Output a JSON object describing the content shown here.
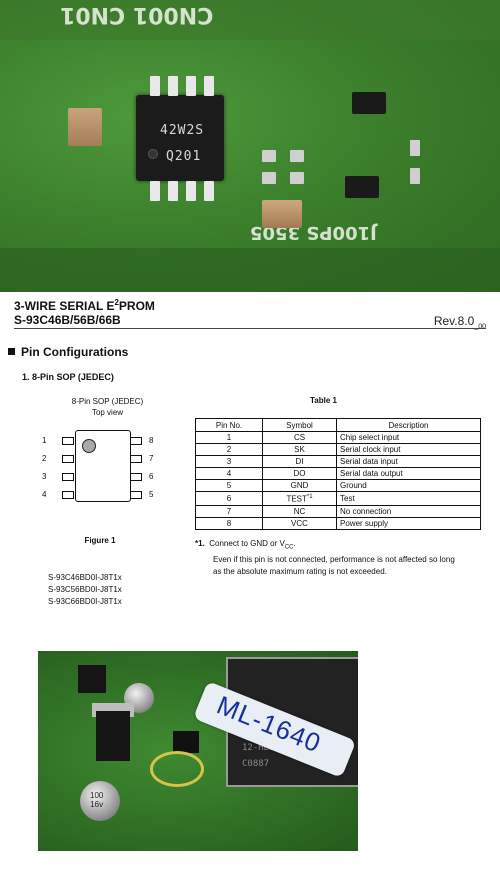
{
  "top_photo": {
    "chip_marking_line1": "42W2S",
    "chip_marking_line2": "Q201"
  },
  "header": {
    "title_pre": "3-WIRE SERIAL E",
    "title_sup": "2",
    "title_post": "PROM",
    "part_numbers": "S-93C46B/56B/66B",
    "rev_main": "Rev.8.0",
    "rev_sub": "_00"
  },
  "section": {
    "title": "Pin Configurations",
    "subsection": "1.   8-Pin SOP (JEDEC)"
  },
  "package": {
    "title_line1": "8-Pin SOP (JEDEC)",
    "title_line2": "Top view",
    "left_pins": [
      "1",
      "2",
      "3",
      "4"
    ],
    "right_pins": [
      "8",
      "7",
      "6",
      "5"
    ],
    "figure_caption": "Figure 1",
    "order_codes": [
      "S-93C46BD0I-J8T1x",
      "S-93C56BD0I-J8T1x",
      "S-93C66BD0I-J8T1x"
    ]
  },
  "table": {
    "caption": "Table 1",
    "headers": [
      "Pin No.",
      "Symbol",
      "Description"
    ],
    "rows": [
      [
        "1",
        "CS",
        "Chip select input"
      ],
      [
        "2",
        "SK",
        "Serial clock input"
      ],
      [
        "3",
        "DI",
        "Serial data input"
      ],
      [
        "4",
        "DO",
        "Serial data output"
      ],
      [
        "5",
        "GND",
        "Ground"
      ],
      [
        "6",
        "TEST",
        "Test"
      ],
      [
        "7",
        "NC",
        "No connection"
      ],
      [
        "8",
        "VCC",
        "Power supply"
      ]
    ],
    "test_footnote_mark": "*1"
  },
  "footnote": {
    "mark": "*1.",
    "line1_pre": "Connect to GND or V",
    "line1_sub": "CC",
    "line1_post": ".",
    "line2": "Even if this pin is not connected, performance is not affected so long",
    "line3": "as the absolute maximum rating is not exceeded."
  },
  "bottom_photo": {
    "label_text": "ML-1640",
    "chip_marking_1": "12-HB9E",
    "chip_marking_2": "C0887",
    "capacitor_text_1": "100",
    "capacitor_text_2": "16v"
  }
}
